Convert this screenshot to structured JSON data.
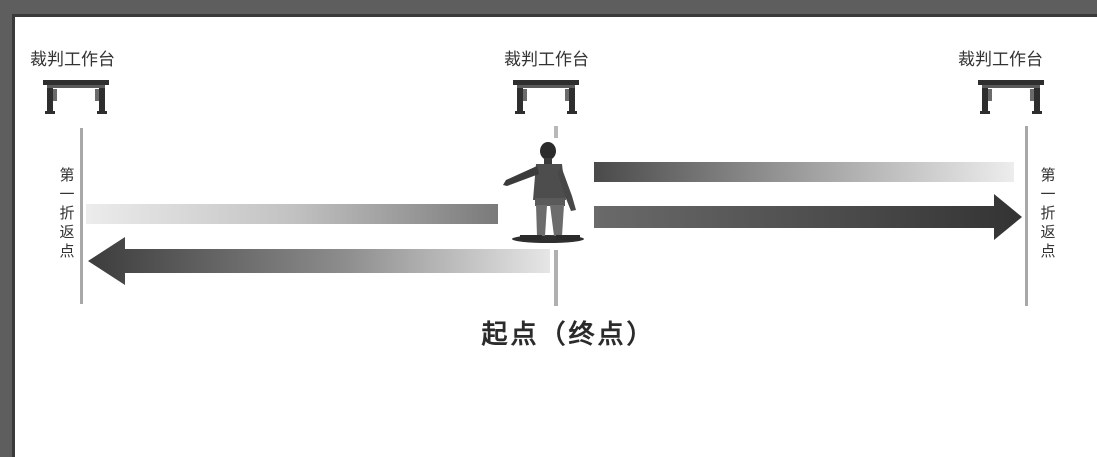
{
  "labels": {
    "desk_left": "裁判工作台",
    "desk_center": "裁判工作台",
    "desk_right": "裁判工作台",
    "turn_left": "第一折返点",
    "turn_right": "第一折返点",
    "start_finish": "起点（终点）"
  },
  "colors": {
    "frame": "#5e5e5e",
    "arrow_dark": "#3f3f3f",
    "arrow_light": "#dcdcdc",
    "line": "#a8a8a8"
  },
  "icons": {
    "desk": "referee-table-icon",
    "person": "runner-figure-icon"
  }
}
